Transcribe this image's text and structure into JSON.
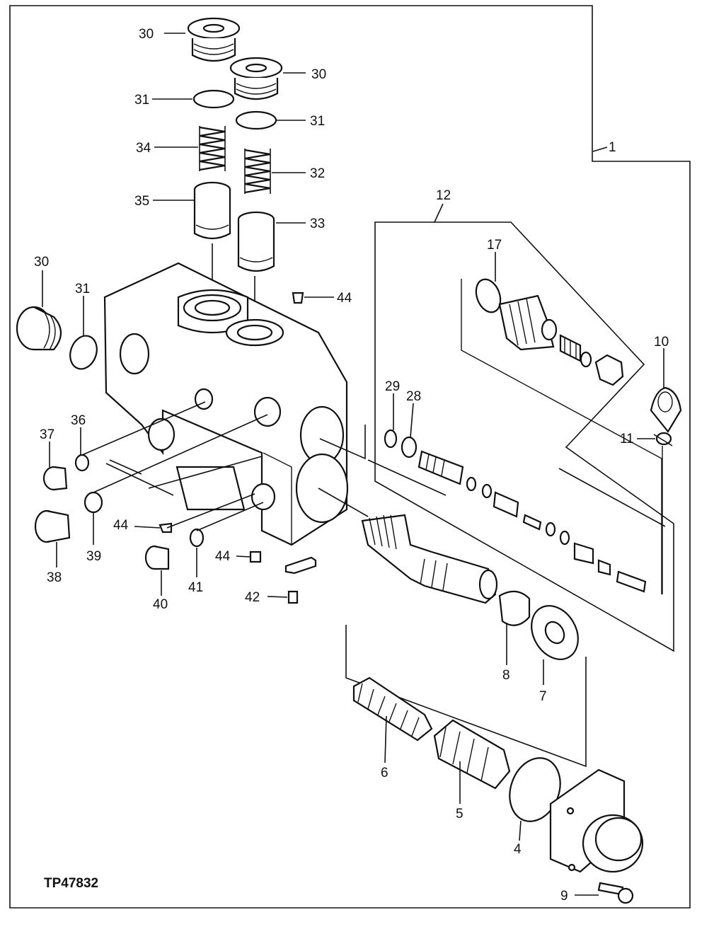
{
  "figure_code": "TP47832",
  "callouts": [
    "1",
    "4",
    "5",
    "6",
    "7",
    "8",
    "9",
    "10",
    "11",
    "12",
    "17",
    "28",
    "29",
    "30",
    "31",
    "32",
    "33",
    "34",
    "35",
    "36",
    "37",
    "38",
    "39",
    "40",
    "41",
    "42",
    "44"
  ],
  "labels": {
    "l1": "1",
    "l4": "4",
    "l5": "5",
    "l6": "6",
    "l7": "7",
    "l8": "8",
    "l9": "9",
    "l10": "10",
    "l11": "11",
    "l12": "12",
    "l17": "17",
    "l28": "28",
    "l29": "29",
    "l30a": "30",
    "l30b": "30",
    "l30c": "30",
    "l31a": "31",
    "l31b": "31",
    "l31c": "31",
    "l32": "32",
    "l33": "33",
    "l34": "34",
    "l35": "35",
    "l36": "36",
    "l37": "37",
    "l38": "38",
    "l39": "39",
    "l40": "40",
    "l41": "41",
    "l42": "42",
    "l44a": "44",
    "l44b": "44",
    "l44c": "44"
  }
}
